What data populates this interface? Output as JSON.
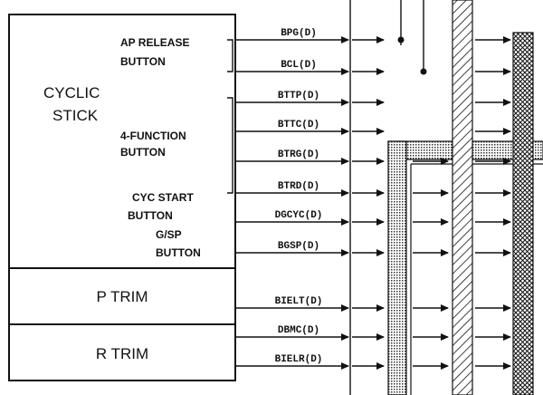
{
  "blocks": {
    "cyclic_stick": "CYCLIC STICK",
    "p_trim": "P TRIM",
    "r_trim": "R TRIM"
  },
  "buttons": {
    "ap_release": "AP RELEASE BUTTON",
    "four_function": "4-FUNCTION BUTTON",
    "cyc_start": "CYC START BUTTON",
    "gsp": "G/SP BUTTON"
  },
  "signals": [
    "BPG(D)",
    "BCL(D)",
    "BTTP(D)",
    "BTTC(D)",
    "BTRG(D)",
    "BTRD(D)",
    "DGCYC(D)",
    "BGSP(D)",
    "BIELT(D)",
    "DBMC(D)",
    "BIELR(D)"
  ]
}
